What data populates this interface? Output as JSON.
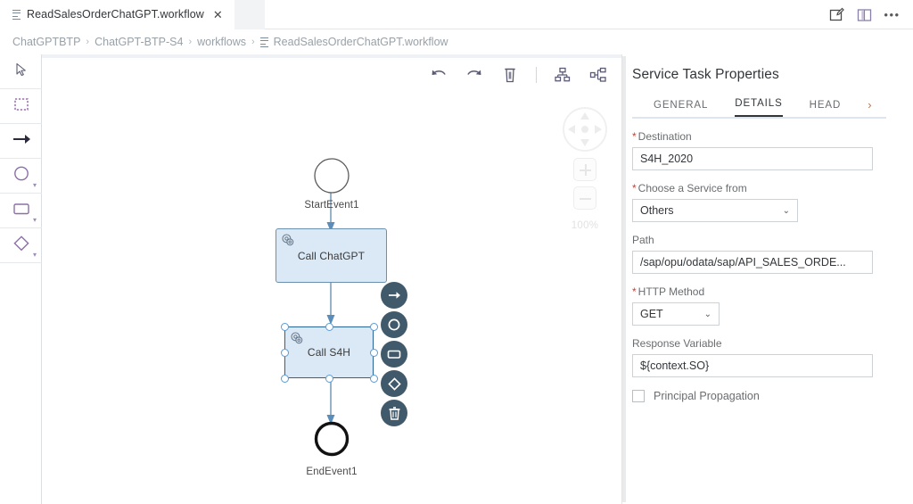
{
  "window": {
    "tab": {
      "title": "ReadSalesOrderChatGPT.workflow",
      "close": "✕"
    },
    "actions": {
      "annotate": "annotate-icon",
      "split": "split-panel-icon",
      "more": "•••"
    }
  },
  "breadcrumb": {
    "items": [
      "ChatGPTBTP",
      "ChatGPT-BTP-S4",
      "workflows"
    ],
    "separator": "›",
    "current": "ReadSalesOrderChatGPT.workflow"
  },
  "palette": {
    "items": [
      {
        "name": "cursor-tool",
        "icon": "cursor-icon",
        "caret": false
      },
      {
        "name": "lasso-tool",
        "icon": "dashed-rectangle-icon",
        "caret": false
      },
      {
        "name": "sequence-flow-tool",
        "icon": "arrow-right-icon",
        "caret": false
      },
      {
        "name": "event-tool",
        "icon": "circle-icon",
        "caret": true
      },
      {
        "name": "task-tool",
        "icon": "rectangle-icon",
        "caret": true
      },
      {
        "name": "gateway-tool",
        "icon": "diamond-icon",
        "caret": true
      }
    ]
  },
  "canvas": {
    "tools": [
      {
        "name": "undo-button",
        "icon": "undo-icon"
      },
      {
        "name": "redo-button",
        "icon": "redo-icon"
      },
      {
        "name": "delete-button",
        "icon": "trash-icon"
      },
      {
        "name": "vertical-layout-button",
        "icon": "layout-vertical-icon"
      },
      {
        "name": "horizontal-layout-button",
        "icon": "layout-horizontal-icon"
      }
    ],
    "zoom_level": "100%",
    "pan_control": "pan-dpad-icon",
    "zoom_in": "+",
    "zoom_out": "−",
    "diagram": {
      "start_event": {
        "label": "StartEvent1"
      },
      "task_chatgpt": {
        "label": "Call ChatGPT",
        "icon": "service-task-gear-icon"
      },
      "task_s4h": {
        "label": "Call S4H",
        "icon": "service-task-gear-icon",
        "selected": true
      },
      "end_event": {
        "label": "EndEvent1"
      },
      "context_menu": [
        {
          "name": "append-sequence-flow",
          "icon": "arrow-right-icon"
        },
        {
          "name": "append-event",
          "icon": "circle-icon"
        },
        {
          "name": "append-task",
          "icon": "rectangle-icon"
        },
        {
          "name": "append-gateway",
          "icon": "diamond-icon"
        },
        {
          "name": "delete-element",
          "icon": "trash-icon"
        }
      ]
    }
  },
  "properties": {
    "title": "Service Task Properties",
    "tabs": [
      {
        "label": "GENERAL",
        "active": false
      },
      {
        "label": "DETAILS",
        "active": true
      },
      {
        "label": "HEAD",
        "active": false
      }
    ],
    "tabs_overflow": "›",
    "fields": {
      "destination": {
        "label": "Destination",
        "required": true,
        "value": "S4H_2020"
      },
      "service_from": {
        "label": "Choose a Service from",
        "required": true,
        "value": "Others",
        "caret": "⌄"
      },
      "path": {
        "label": "Path",
        "required": false,
        "value": "/sap/opu/odata/sap/API_SALES_ORDE..."
      },
      "http_method": {
        "label": "HTTP Method",
        "required": true,
        "value": "GET",
        "caret": "⌄"
      },
      "response_variable": {
        "label": "Response Variable",
        "required": false,
        "value": "${context.SO}"
      },
      "principal_propagation": {
        "label": "Principal Propagation",
        "checked": false
      }
    }
  }
}
